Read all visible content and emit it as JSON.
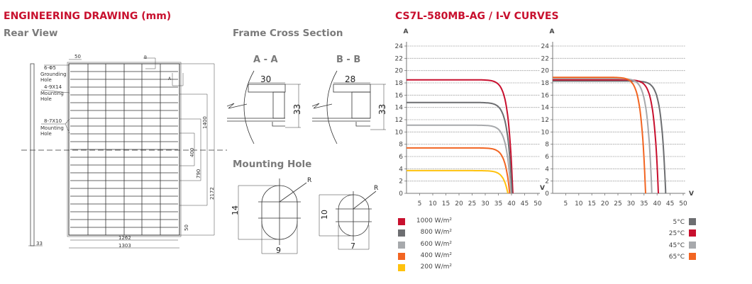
{
  "drawing": {
    "title": "ENGINEERING DRAWING (mm)",
    "rear_view": "Rear View",
    "frame_cross_section": "Frame Cross Section",
    "section_aa": "A - A",
    "section_bb": "B - B",
    "mounting_hole": "Mounting Hole",
    "callouts": {
      "grounding_qty": "6-Φ5",
      "grounding": "Grounding",
      "hole": "Hole",
      "mount1_qty": "4-9X14",
      "mount2_qty": "8-7X10",
      "mounting": "Mounting"
    },
    "dims": {
      "top_offset": "50",
      "bottom_offset": "50",
      "thickness": "33",
      "inner_width": "1262",
      "width": "1303",
      "d400": "400",
      "d790": "790",
      "d1400": "1400",
      "height": "2172",
      "aa_width": "30",
      "bb_width": "28",
      "aa_height": "33",
      "bb_height": "33",
      "hole1_h": "14",
      "hole1_w": "9",
      "hole2_h": "10",
      "hole2_w": "7",
      "radius": "R",
      "sec_a": "A",
      "sec_b": "B"
    }
  },
  "curves_title": "CS7L-580MB-AG / I-V CURVES",
  "chart_data": [
    {
      "type": "line",
      "title": "",
      "ylabel": "A",
      "xlabel": "V",
      "xlim": [
        0,
        50
      ],
      "ylim": [
        0,
        24
      ],
      "xticks": [
        5,
        10,
        15,
        20,
        25,
        30,
        35,
        40,
        45,
        50
      ],
      "yticks": [
        0,
        2,
        4,
        6,
        8,
        10,
        12,
        14,
        16,
        18,
        20,
        22,
        24
      ],
      "grid": true,
      "legend": "bottom-left",
      "series": [
        {
          "name": "1000 W/m²",
          "color": "#c8102e",
          "isc": 18.5,
          "voc": 40.5
        },
        {
          "name": "800 W/m²",
          "color": "#6d6e71",
          "isc": 14.8,
          "voc": 40.2
        },
        {
          "name": "600 W/m²",
          "color": "#a7a9ac",
          "isc": 11.1,
          "voc": 39.8
        },
        {
          "name": "400 W/m²",
          "color": "#f26522",
          "isc": 7.4,
          "voc": 39.3
        },
        {
          "name": "200 W/m²",
          "color": "#ffc20e",
          "isc": 3.7,
          "voc": 38.6
        }
      ]
    },
    {
      "type": "line",
      "title": "",
      "ylabel": "A",
      "xlabel": "V",
      "xlim": [
        0,
        50
      ],
      "ylim": [
        0,
        24
      ],
      "xticks": [
        5,
        10,
        15,
        20,
        25,
        30,
        35,
        40,
        45,
        50
      ],
      "yticks": [
        0,
        2,
        4,
        6,
        8,
        10,
        12,
        14,
        16,
        18,
        20,
        22,
        24
      ],
      "grid": true,
      "legend": "bottom-right",
      "series": [
        {
          "name": "5°C",
          "color": "#6d6e71",
          "isc": 18.3,
          "voc": 43.3
        },
        {
          "name": "25°C",
          "color": "#c8102e",
          "isc": 18.5,
          "voc": 40.5
        },
        {
          "name": "45°C",
          "color": "#a7a9ac",
          "isc": 18.7,
          "voc": 38.0
        },
        {
          "name": "65°C",
          "color": "#f26522",
          "isc": 18.9,
          "voc": 35.6
        }
      ]
    }
  ]
}
